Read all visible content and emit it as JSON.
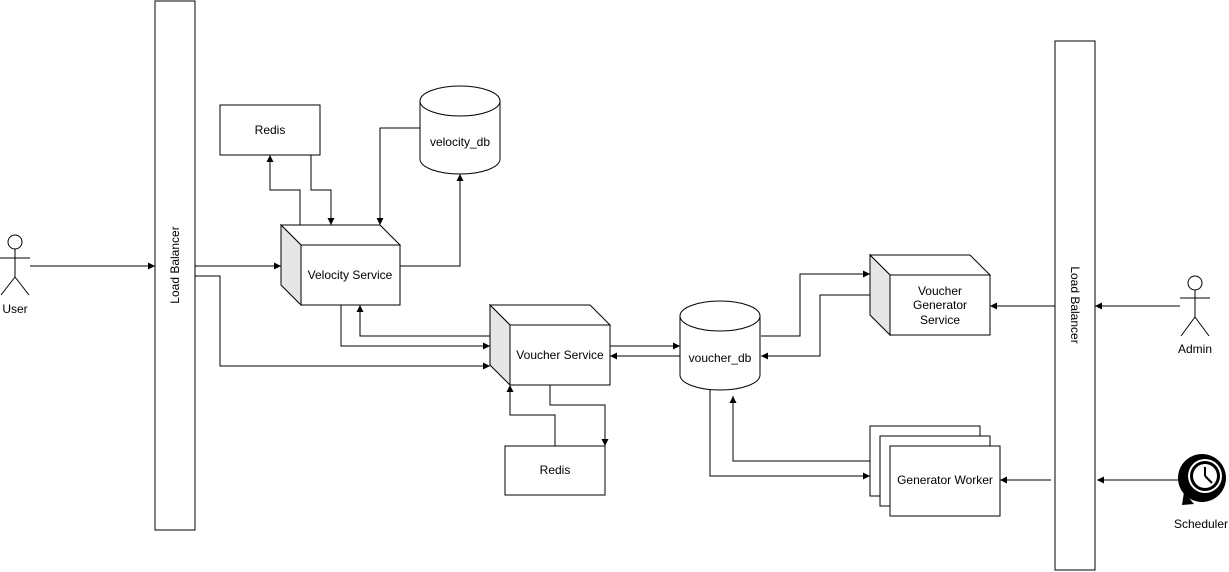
{
  "actors": {
    "user": "User",
    "admin": "Admin",
    "scheduler": "Scheduler"
  },
  "load_balancers": {
    "left": "Load Balancer",
    "right": "Load Balancer"
  },
  "services": {
    "velocity": "Velocity Service",
    "voucher": "Voucher Service",
    "voucher_generator": [
      "Voucher",
      "Generator",
      "Service"
    ],
    "generator_worker": "Generator Worker"
  },
  "caches": {
    "redis_top": "Redis",
    "redis_bottom": "Redis"
  },
  "databases": {
    "velocity_db": "velocity_db",
    "voucher_db": "voucher_db"
  },
  "icons": {
    "user": "person-icon",
    "admin": "person-icon",
    "scheduler": "clock-icon"
  },
  "colors": {
    "stroke": "#000000",
    "shade": "#e6e6e6"
  }
}
